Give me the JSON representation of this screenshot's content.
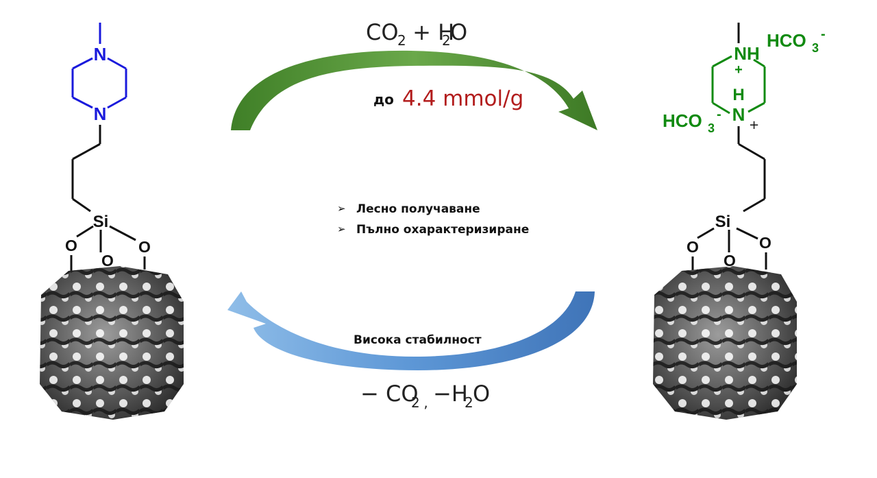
{
  "top_reaction": {
    "co": "CO",
    "two": "2",
    "plus_h": " + H",
    "o": "O"
  },
  "capacity": {
    "prefix": "до",
    "value": "4.4 mmol/g"
  },
  "features": [
    "Лесно получаване",
    "Пълно охарактеризиране"
  ],
  "bullet_glyph": "➢",
  "stability": "Висока стабилност",
  "bottom_reaction": {
    "minus_co": "− CO",
    "two": "2",
    "sep": " , ",
    "minus_h": "−H",
    "o": "O"
  },
  "left_molecule": {
    "n1": "N",
    "n2": "N",
    "si": "Si",
    "o1": "O",
    "o2": "O",
    "o3": "O"
  },
  "right_molecule": {
    "nh_top": "NH",
    "plus_top": "+",
    "h_bottom": "H",
    "n_bottom": "N",
    "plus_bottom": "+",
    "hco3_right": "HCO",
    "hco3_right_sub": "3",
    "hco3_right_sup": "-",
    "hco3_left": "HCO",
    "hco3_left_sub": "3",
    "hco3_left_sup": "-",
    "si": "Si",
    "o1": "O",
    "o2": "O",
    "o3": "O"
  },
  "colors": {
    "blue_molecule": "#1a1adc",
    "green_molecule": "#118a11",
    "capacity_red": "#b21c1c",
    "green_arrow": "#4a8a2c",
    "blue_arrow": "#4f8fd4"
  },
  "icons": [
    "mesoporous-silica-particle-icon",
    "green-curved-arrow-icon",
    "blue-curved-arrow-icon"
  ]
}
